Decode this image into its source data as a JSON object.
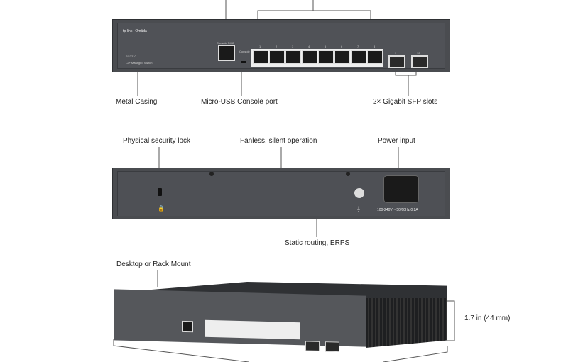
{
  "front": {
    "brand": "tp-link | Omāda",
    "model": "SG3210",
    "subtitle": "L2+ Managed Switch",
    "console_rj45": "Console RJ45",
    "console_usb": "Console USB",
    "port_numbers": [
      "1",
      "2",
      "3",
      "4",
      "5",
      "6",
      "7",
      "8",
      "9",
      "10"
    ],
    "labels": {
      "metal": "Metal Casing",
      "usb": "Micro-USB Console port",
      "sfp": "2× Gigabit SFP slots"
    }
  },
  "rear": {
    "power_rating": "100-240V ~ 50/60Hz 0.2A",
    "labels": {
      "lock": "Physical security lock",
      "fanless": "Fanless, silent operation",
      "power": "Power input",
      "routing": "Static routing, ERPS"
    }
  },
  "iso": {
    "labels": {
      "mount": "Desktop or Rack Mount",
      "height": "1.7 in (44 mm)"
    }
  }
}
